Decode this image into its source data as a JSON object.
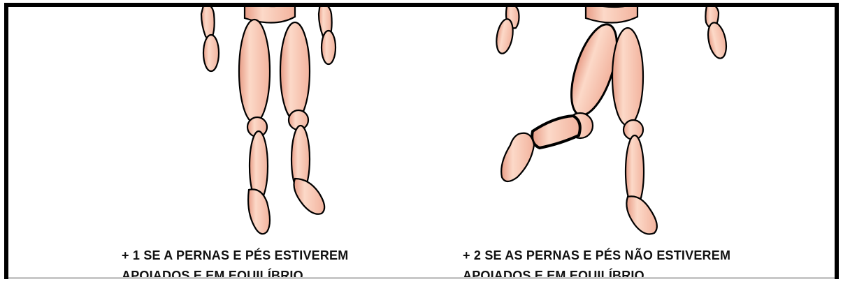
{
  "colors": {
    "skin": "#f9c9b6",
    "skin_shadow": "#e89c86",
    "outline": "#000000",
    "border": "#000000"
  },
  "panels": [
    {
      "id": "left",
      "caption_lines": [
        "+ 1 SE A PERNAS E PÉS ESTIVEREM",
        "APOIADOS E EM EQUILÍBRIO"
      ]
    },
    {
      "id": "right",
      "caption_lines": [
        "+ 2 SE AS PERNAS E PÉS NÃO ESTIVEREM",
        "APOIADOS E EM EQUILÍBRIO"
      ]
    }
  ]
}
